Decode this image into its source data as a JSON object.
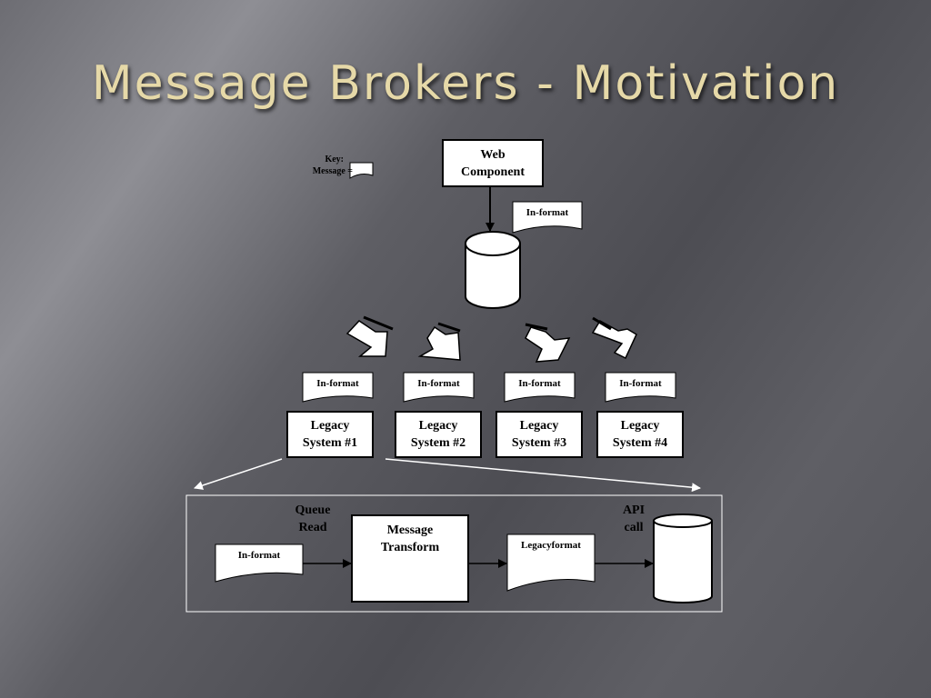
{
  "title": "Message Brokers - Motivation",
  "key": {
    "label": "Key:",
    "message_label": "Message ="
  },
  "web_component": "Web\nComponent",
  "in_format_top": "In-format",
  "in_format_row": [
    "In-format",
    "In-format",
    "In-format",
    "In-format"
  ],
  "legacy_systems": [
    "Legacy\nSystem #1",
    "Legacy\nSystem #2",
    "Legacy\nSystem #3",
    "Legacy\nSystem #4"
  ],
  "detail": {
    "queue_read": "Queue\nRead",
    "api_call": "API\ncall",
    "in_format": "In-format",
    "message_transform": "Message\nTransform",
    "legacy_format": "Legacyformat"
  }
}
